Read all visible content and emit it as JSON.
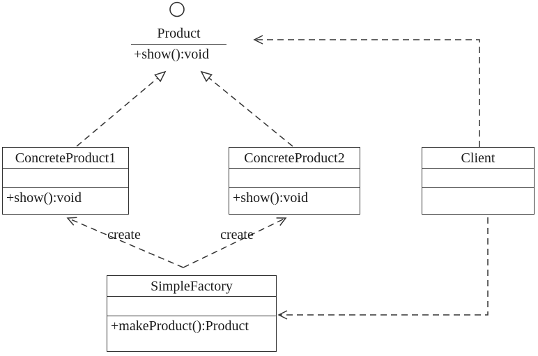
{
  "interface": {
    "name": "Product",
    "method": "+show():void"
  },
  "classes": {
    "concrete_product_1": {
      "name": "ConcreteProduct1",
      "attributes": "",
      "methods": "+show():void"
    },
    "concrete_product_2": {
      "name": "ConcreteProduct2",
      "attributes": "",
      "methods": "+show():void"
    },
    "client": {
      "name": "Client",
      "attributes": "",
      "methods": ""
    },
    "simple_factory": {
      "name": "SimpleFactory",
      "attributes": "",
      "methods": "+makeProduct():Product"
    }
  },
  "relations": {
    "create_label_left": "create",
    "create_label_right": "create"
  },
  "colors": {
    "line": "#333333",
    "background": "#ffffff"
  }
}
